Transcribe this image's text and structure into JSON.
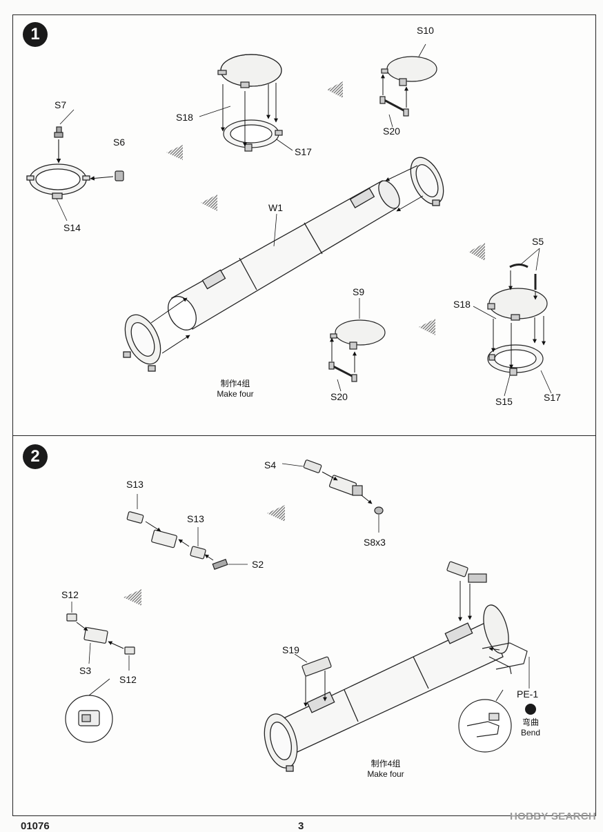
{
  "step1": {
    "number": "1",
    "labels": {
      "s7": "S7",
      "s6": "S6",
      "s14": "S14",
      "s18a": "S18",
      "s17a": "S17",
      "s10": "S10",
      "s20a": "S20",
      "w1": "W1",
      "s5": "S5",
      "s18b": "S18",
      "s9": "S9",
      "s20b": "S20",
      "s15": "S15",
      "s17b": "S17"
    },
    "note_cn": "制作4组",
    "note_en": "Make four"
  },
  "step2": {
    "number": "2",
    "labels": {
      "s4": "S4",
      "s8x3": "S8x3",
      "s13a": "S13",
      "s13b": "S13",
      "s2": "S2",
      "s12a": "S12",
      "s3": "S3",
      "s12b": "S12",
      "s19": "S19",
      "pe1": "PE-1"
    },
    "bend_cn": "弯曲",
    "bend_en": "Bend",
    "note_cn": "制作4组",
    "note_en": "Make four"
  },
  "footer": {
    "model_number": "01076",
    "page_number": "3"
  },
  "watermark": "HOBBY SEARCH",
  "icons": [
    "step-badge",
    "direction-arrow",
    "bend-icon"
  ]
}
